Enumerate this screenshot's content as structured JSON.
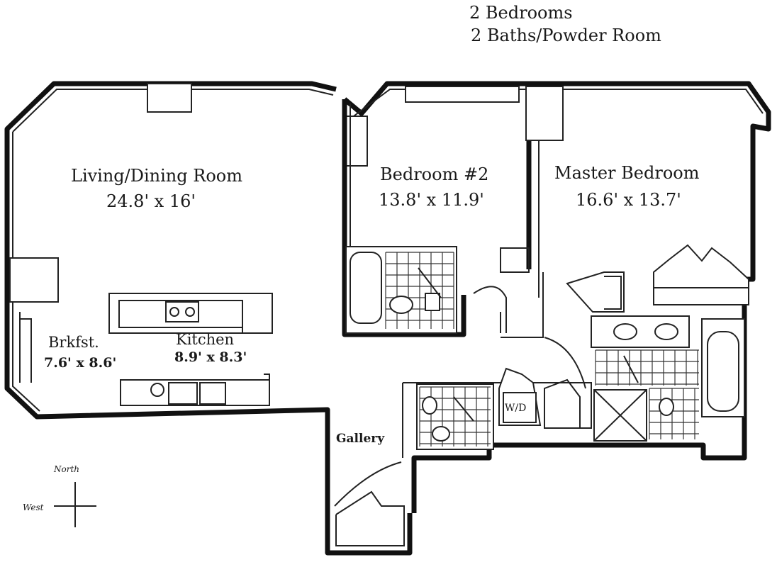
{
  "header": {
    "line1": "2 Bedrooms",
    "line2": "2 Baths/Powder Room"
  },
  "rooms": {
    "living": {
      "name": "Living/Dining Room",
      "dims": "24.8' x 16'"
    },
    "bedroom2": {
      "name": "Bedroom #2",
      "dims": "13.8' x 11.9'"
    },
    "master": {
      "name": "Master Bedroom",
      "dims": "16.6' x 13.7'"
    },
    "breakfast": {
      "name": "Brkfst.",
      "dims": "7.6' x 8.6'"
    },
    "kitchen": {
      "name": "Kitchen",
      "dims": "8.9' x 8.3'"
    },
    "gallery": {
      "name": "Gallery"
    },
    "laundry": {
      "name": "W/D"
    }
  },
  "compass": {
    "north": "North",
    "west": "West"
  }
}
